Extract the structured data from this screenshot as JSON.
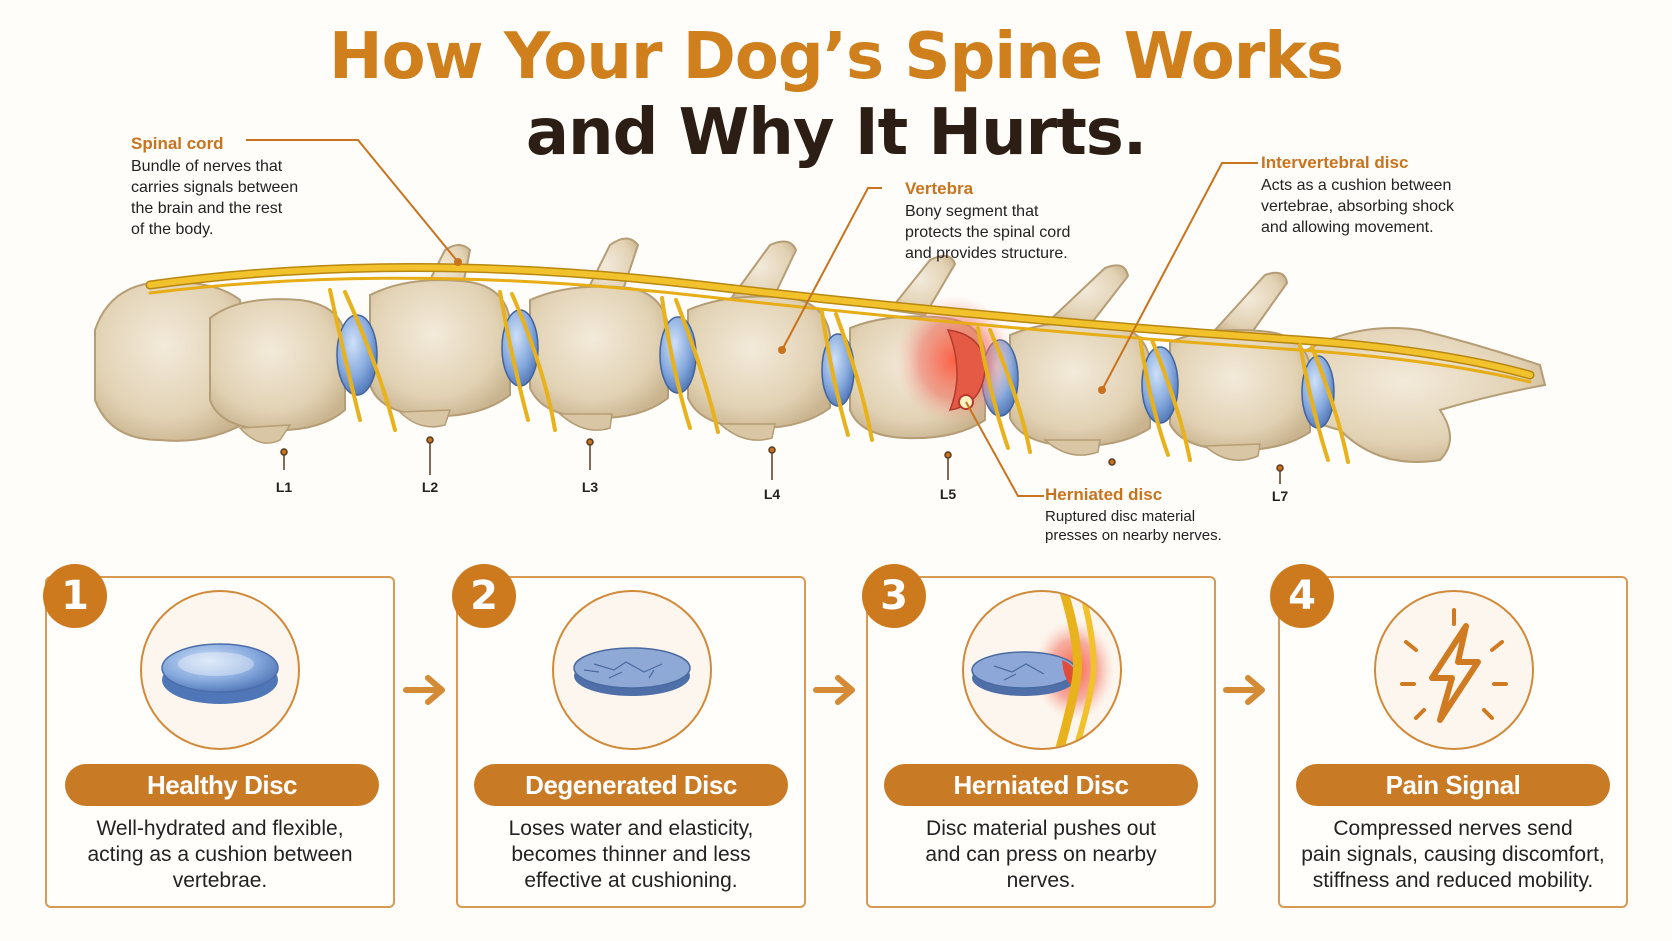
{
  "title": {
    "line1": "How Your Dog’s Spine Works",
    "line2": "and Why It Hurts."
  },
  "callouts": {
    "spinal_cord": {
      "title": "Spinal cord",
      "desc": [
        "Bundle of nerves that",
        "carries signals between",
        "the brain and the rest",
        "of the body."
      ]
    },
    "vertebra": {
      "title": "Vertebra",
      "desc": [
        "Bony segment that",
        "protects the spinal cord",
        "and provides structure."
      ]
    },
    "intervertebral_disc": {
      "title": "Intervertebral disc",
      "desc": [
        "Acts as a cushion between",
        "vertebrae, absorbing shock",
        "and allowing movement."
      ]
    },
    "herniated_disc": {
      "title": "Herniated disc",
      "desc": [
        "Ruptured disc material",
        "presses on nearby nerves."
      ]
    }
  },
  "levels": [
    "L1",
    "L2",
    "L3",
    "L4",
    "L5",
    "L7"
  ],
  "stages": [
    {
      "number": "1",
      "title": "Healthy Disc",
      "desc": [
        "Well-hydrated and flexible,",
        "acting as a cushion between",
        "vertebrae."
      ],
      "icon": "healthy-disc-icon"
    },
    {
      "number": "2",
      "title": "Degenerated Disc",
      "desc": [
        "Loses water and elasticity,",
        "becomes thinner and less",
        "effective at cushioning."
      ],
      "icon": "degenerated-disc-icon"
    },
    {
      "number": "3",
      "title": "Herniated Disc",
      "desc": [
        "Disc material pushes out",
        "and can press on nearby",
        "nerves."
      ],
      "icon": "herniated-disc-icon"
    },
    {
      "number": "4",
      "title": "Pain Signal",
      "desc": [
        "Compressed nerves send",
        "pain signals, causing discomfort,",
        "stiffness and reduced mobility."
      ],
      "icon": "lightning-bolt-icon"
    }
  ],
  "colors": {
    "accent": "#cd7a1f",
    "title_dark": "#2c1e14",
    "nerve": "#e8b21c",
    "bone": "#e9dcc2",
    "disc": "#7fa6dc",
    "inflamed": "#e8473a"
  }
}
